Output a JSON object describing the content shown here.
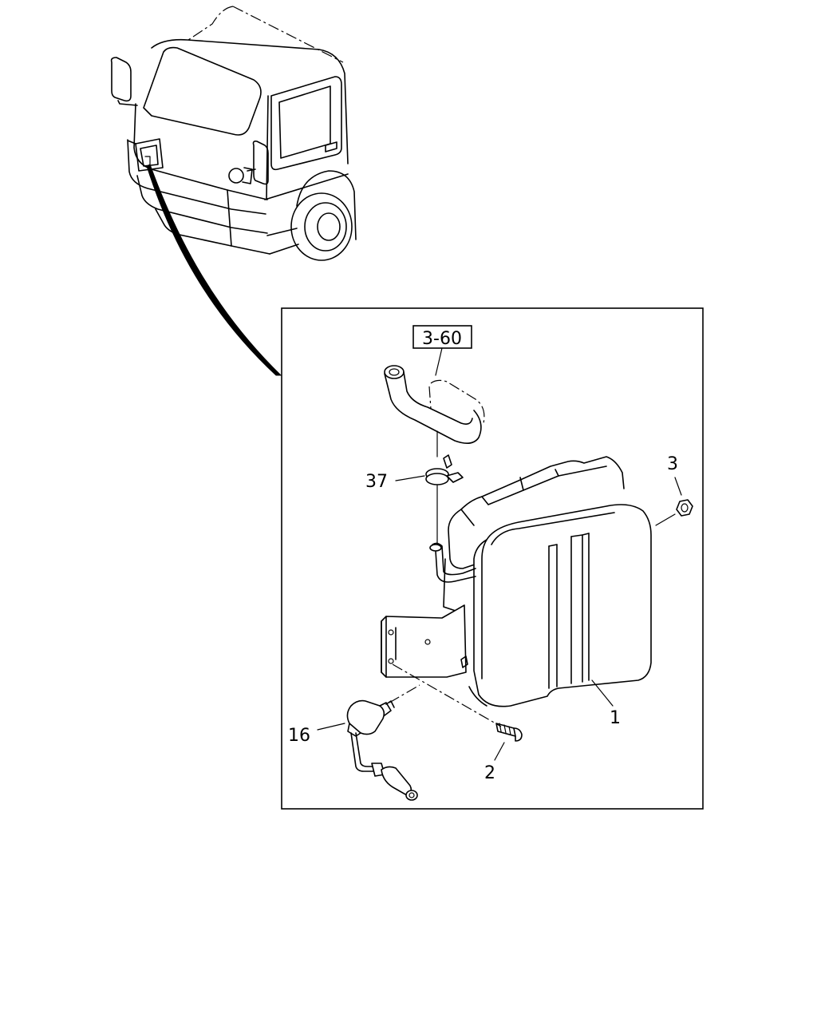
{
  "callouts": {
    "ref_box": "3-60",
    "part_1": "1",
    "part_2": "2",
    "part_3": "3",
    "part_16": "16",
    "part_37": "37"
  }
}
